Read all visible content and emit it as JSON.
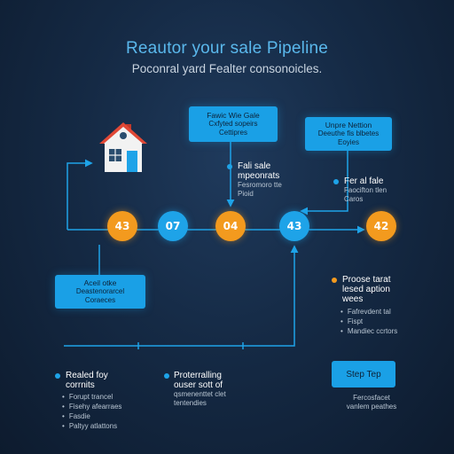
{
  "header": {
    "title": "Reautor your sale Pipeline",
    "subtitle": "Poconral yard Fealter consonoicles."
  },
  "icons": {
    "house": "house-icon"
  },
  "nodes": [
    {
      "label": "43",
      "color": "orange"
    },
    {
      "label": "07",
      "color": "blue"
    },
    {
      "label": "04",
      "color": "orange"
    },
    {
      "label": "43",
      "color": "blue"
    },
    {
      "label": "42",
      "color": "orange"
    }
  ],
  "boxes": {
    "top_center": {
      "heading": "Fawic Wie Gale",
      "lines": [
        "Cxfyted sopeirs",
        "Cettipres"
      ]
    },
    "top_right": {
      "heading": "Unpre Nettion",
      "lines": [
        "Deeuthe fis blbetes",
        "Eoyies"
      ]
    },
    "left_mid": {
      "heading": "Aceil otke",
      "lines": [
        "Deastenorarcel",
        "Coraeces"
      ]
    }
  },
  "labels": {
    "center_note": {
      "heading": "Fali sale",
      "lines": [
        "mpeonrats",
        "Fesromoro tte",
        "Pioid"
      ]
    },
    "right_note": {
      "heading": "Fer al fale",
      "lines": [
        "Faocifton tlen",
        "Caros"
      ]
    },
    "right_list": {
      "heading": [
        "Proose tarat",
        "lesed aption",
        "wees"
      ],
      "items": [
        "Fafrevdent tal",
        "Fispt",
        "Mandiec ccrtors"
      ]
    },
    "bottom_left": {
      "heading": [
        "Realed foy",
        "corrnits"
      ],
      "items": [
        "Forupt trancel",
        "Fisehy afearraes",
        "Fasdie",
        "Paltyy atlattons"
      ]
    },
    "bottom_center": {
      "heading": [
        "Proterralling",
        "ouser sott of"
      ],
      "lines": [
        "qsmenenttet clet",
        "tentendies"
      ]
    }
  },
  "cta": {
    "label": "Step Tep",
    "caption": [
      "Fercosfacet",
      "vanlem peathes"
    ]
  },
  "colors": {
    "accent_blue": "#1ea3e8",
    "accent_orange": "#f39a1e",
    "background": "#152a45"
  }
}
